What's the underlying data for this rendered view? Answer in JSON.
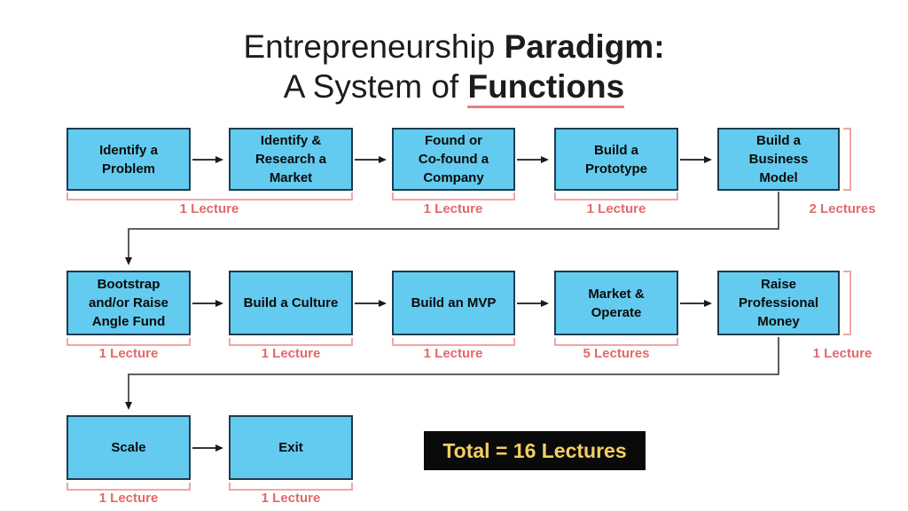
{
  "title": {
    "line1_regular": "Entrepreneurship ",
    "line1_bold": "Paradigm:",
    "line2_regular": "A System of ",
    "line2_bold": "Functions"
  },
  "colors": {
    "box_fill": "#63CBEF",
    "box_border": "#1F3B4D",
    "bracket": "#F2A5A5",
    "lecture_text": "#E2686C",
    "arrow": "#1A1A1A",
    "connector": "#4A4A4A",
    "total_bg": "#0A0A0A",
    "total_text": "#F2CE63",
    "title_underline": "#E57F7F"
  },
  "rows": [
    {
      "boxes": [
        "Identify a\nProblem",
        "Identify &\nResearch a\nMarket",
        "Found or\nCo-found a\nCompany",
        "Build a\nPrototype",
        "Build a\nBusiness\nModel"
      ],
      "lectures": [
        "1 Lecture",
        "1 Lecture",
        "1 Lecture",
        "2 Lectures"
      ]
    },
    {
      "boxes": [
        "Bootstrap\nand/or Raise\nAngle Fund",
        "Build a Culture",
        "Build an MVP",
        "Market &\nOperate",
        "Raise\nProfessional\nMoney"
      ],
      "lectures": [
        "1 Lecture",
        "1 Lecture",
        "1 Lecture",
        "5 Lectures",
        "1 Lecture"
      ]
    },
    {
      "boxes": [
        "Scale",
        "Exit"
      ],
      "lectures": [
        "1 Lecture",
        "1 Lecture"
      ]
    }
  ],
  "total": {
    "label": "Total = 16 Lectures"
  }
}
